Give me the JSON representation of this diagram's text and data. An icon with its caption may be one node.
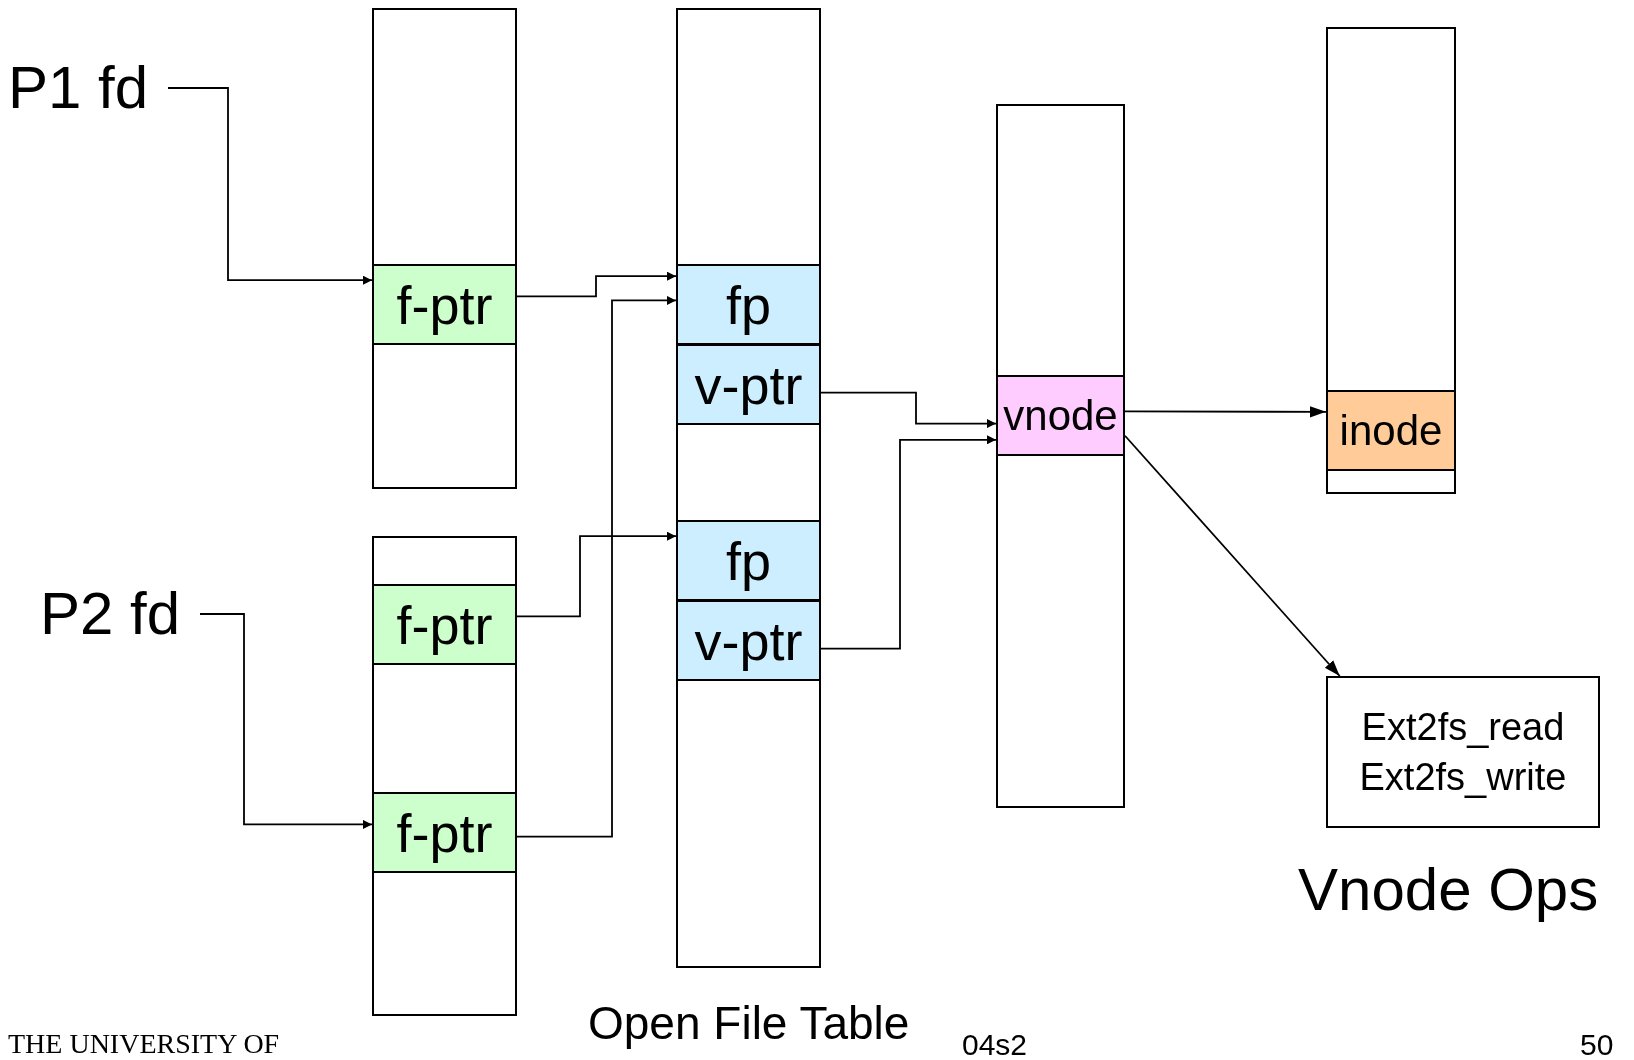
{
  "diagram": {
    "nodes": [
      {
        "text": [
          "P1 fd"
        ]
      },
      {
        "text": [],
        "shape": "box"
      },
      {
        "text": [
          "f-ptr"
        ],
        "in": 1
      },
      {
        "text": [
          "P2 fd"
        ]
      },
      {
        "text": [],
        "shape": "box"
      },
      {
        "text": [
          "f-ptr"
        ],
        "in": 4
      },
      {
        "text": [
          "f-ptr"
        ],
        "in": 4
      },
      {
        "text": [
          "Open File Table"
        ]
      },
      {
        "text": [
          "fp"
        ],
        "in": 7
      },
      {
        "text": [
          "v-ptr"
        ],
        "in": 7
      },
      {
        "text": [
          "fp"
        ],
        "in": 7
      },
      {
        "text": [
          "v-ptr"
        ],
        "in": 7
      },
      {
        "text": [],
        "shape": "box"
      },
      {
        "text": [
          "vnode"
        ],
        "in": 12
      },
      {
        "text": [],
        "shape": "box"
      },
      {
        "text": [
          "inode"
        ],
        "in": 14
      },
      {
        "text": [
          "Ext2fs_read",
          "Ext2fs_write",
          "Vnode Ops"
        ]
      }
    ],
    "edges": [
      {
        "from": 0,
        "to": 2,
        "arrow": "to"
      },
      {
        "from": 2,
        "to": 8,
        "arrow": "to"
      },
      {
        "from": 3,
        "to": 6,
        "arrow": "to"
      },
      {
        "from": 5,
        "to": 10,
        "arrow": "to"
      },
      {
        "from": 6,
        "to": 8,
        "arrow": "to"
      },
      {
        "from": 9,
        "to": 13,
        "arrow": "to"
      },
      {
        "from": 11,
        "to": 13,
        "arrow": "to"
      },
      {
        "from": 13,
        "to": 15,
        "arrow": "to"
      },
      {
        "from": 13,
        "to": 16,
        "arrow": "to"
      }
    ],
    "labels": [
      "THE UNIVERSITY OF",
      "04s2",
      "50"
    ]
  }
}
